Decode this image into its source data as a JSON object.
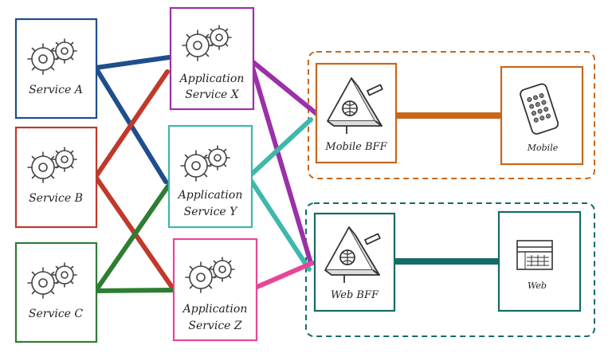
{
  "nodes": {
    "service_a": {
      "label": "Service A",
      "color": "#1f4e8c"
    },
    "service_b": {
      "label": "Service B",
      "color": "#c0392b"
    },
    "service_c": {
      "label": "Service C",
      "color": "#2e7d32"
    },
    "app_x": {
      "line1": "Application",
      "line2": "Service X",
      "color": "#9b30a8"
    },
    "app_y": {
      "line1": "Application",
      "line2": "Service Y",
      "color": "#3fb8aa"
    },
    "app_z": {
      "line1": "Application",
      "line2": "Service Z",
      "color": "#e8459a"
    },
    "mobile_bff": {
      "label": "Mobile BFF",
      "color": "#c8661a"
    },
    "web_bff": {
      "label": "Web BFF",
      "color": "#156b66"
    },
    "mobile": {
      "label": "Mobile",
      "color": "#c8661a"
    },
    "web": {
      "label": "Web",
      "color": "#156b66"
    }
  },
  "icons": {
    "service": "gears-icon",
    "bff": "triangle-globe-icon",
    "mobile": "phone-icon",
    "web": "browser-icon"
  },
  "edge_colors": {
    "a": "#1f4e8c",
    "b": "#c0392b",
    "c": "#2e7d32",
    "x": "#9b30a8",
    "y": "#3fb8aa",
    "z": "#e8459a",
    "mobile": "#c8661a",
    "web": "#156b66"
  }
}
